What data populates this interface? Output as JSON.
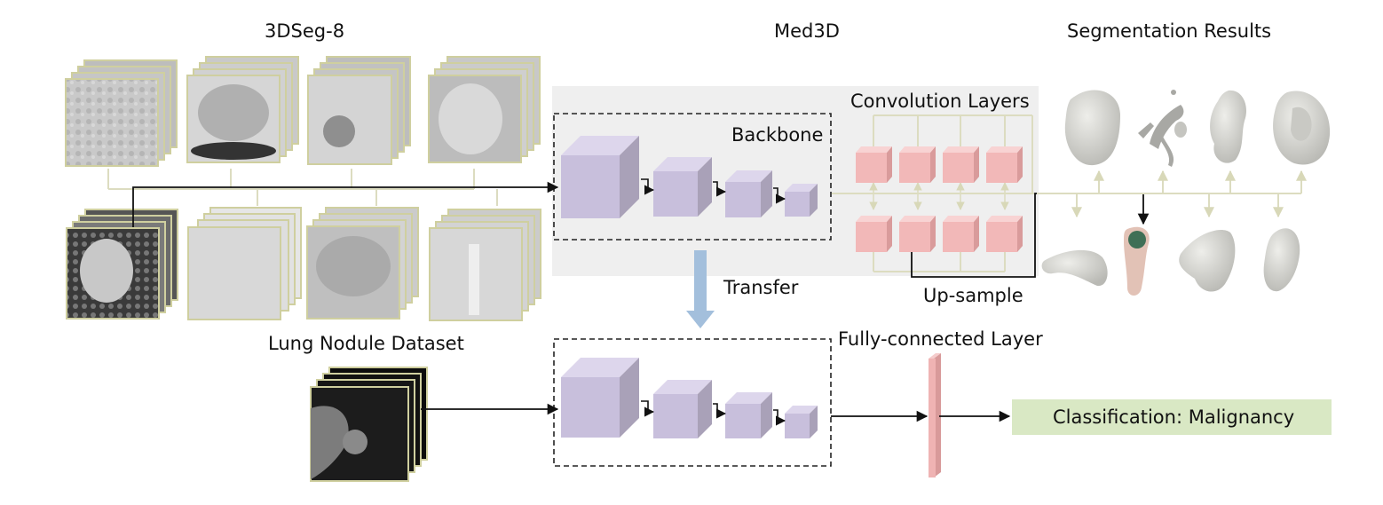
{
  "labels": {
    "dataset_top": "3DSeg-8",
    "model": "Med3D",
    "seg_results": "Segmentation Results",
    "conv_layers": "Convolution Layers",
    "backbone": "Backbone",
    "transfer": "Transfer",
    "upsample": "Up-sample",
    "lung_dataset": "Lung Nodule Dataset",
    "fc_layer": "Fully-connected Layer",
    "classification": "Classification: Malignancy"
  },
  "colors": {
    "panel": "#efefef",
    "cube": "#c8bfdc",
    "conv_block": "#f2b8b8",
    "fc_bar": "#efb3b3",
    "result_box": "#d9e8c4",
    "connector": "#dcdcc0",
    "transfer_arrow": "#a3bfdc"
  },
  "icons": {
    "scan_stack": "stacked-volume-slices-icon",
    "organ_mesh": "organ-3d-mesh-icon"
  }
}
